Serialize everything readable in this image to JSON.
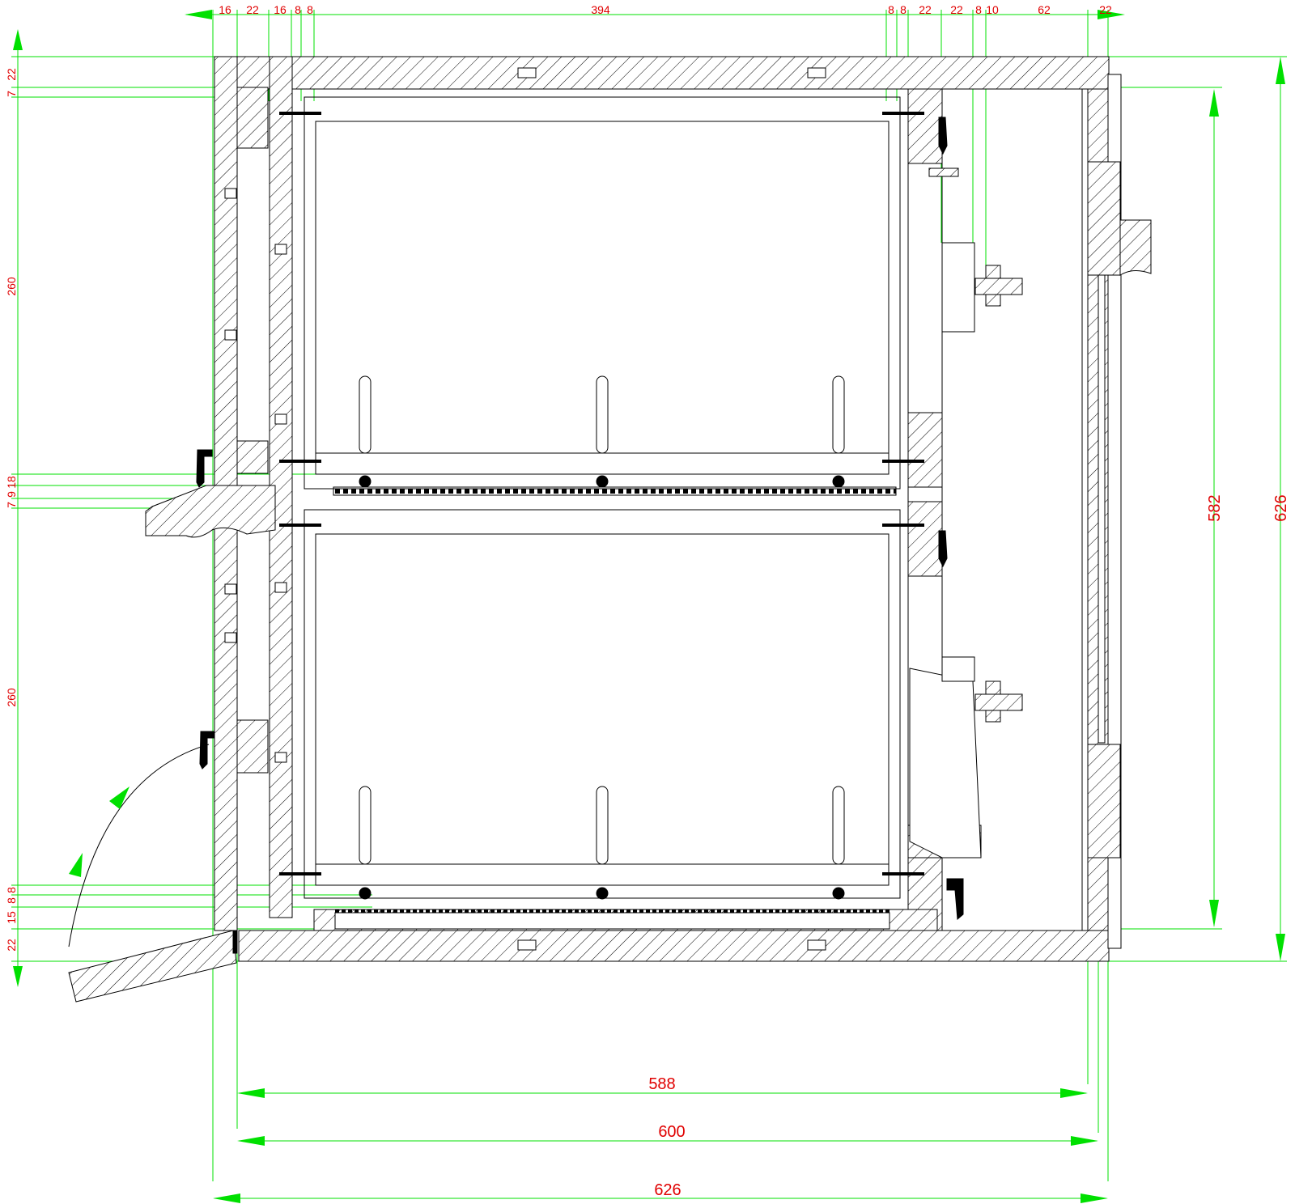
{
  "colors": {
    "dimension_line": "#00e000",
    "dimension_text": "#e00000",
    "outline": "#000000",
    "background": "#ffffff"
  },
  "dimensions": {
    "top": [
      "16",
      "22",
      "16",
      "8",
      "8",
      "394",
      "8",
      "8",
      "22",
      "22",
      "8",
      "10",
      "62",
      "22"
    ],
    "left_top": [
      "22",
      "7"
    ],
    "left_mid_upper": "260",
    "left_mid": [
      "7",
      "9",
      "18"
    ],
    "left_mid_lower": "260",
    "left_bottom": [
      "8",
      "8",
      "15",
      "22"
    ],
    "right_inner": "582",
    "right_outer": "626",
    "bottom": [
      "588",
      "600",
      "626"
    ]
  }
}
